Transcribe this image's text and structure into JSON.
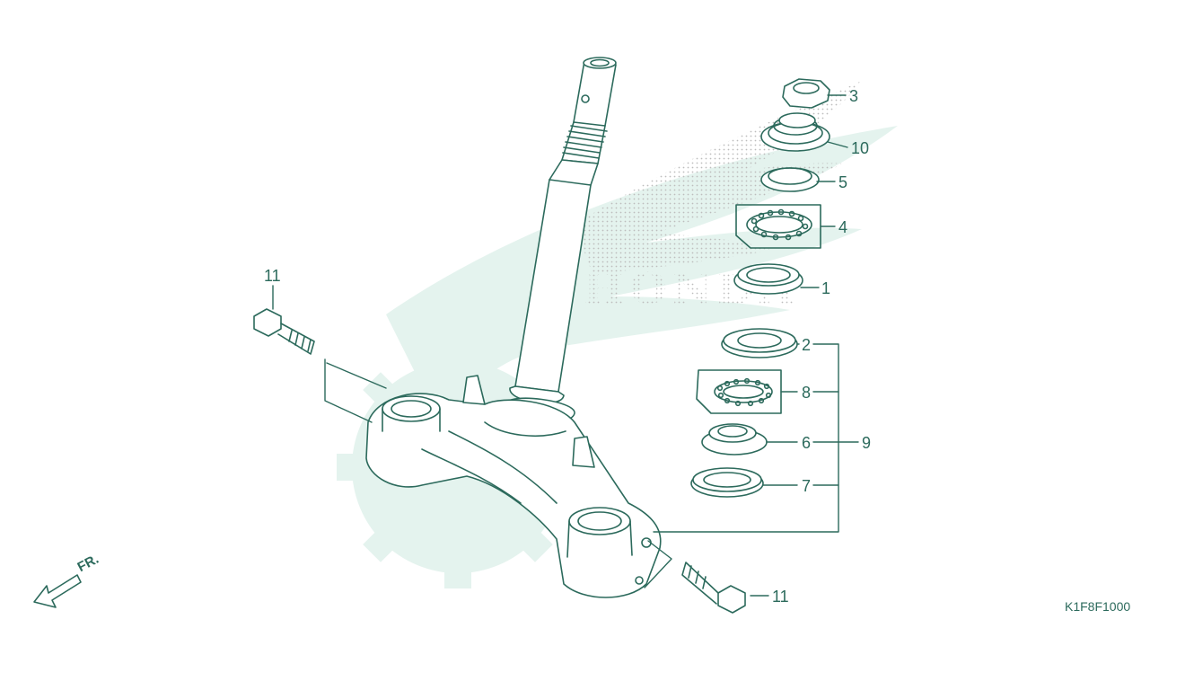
{
  "colors": {
    "line": "#2c6a5c",
    "watermark": "#e4f3ee",
    "dots": "#c9c9c9"
  },
  "watermark": {
    "brand_text": "HONDA"
  },
  "callouts": {
    "c1": "1",
    "c2": "2",
    "c3": "3",
    "c4": "4",
    "c5": "5",
    "c6": "6",
    "c7": "7",
    "c8": "8",
    "c9": "9",
    "c10": "10",
    "c11_left": "11",
    "c11_right": "11"
  },
  "direction_arrow": {
    "label": "FR."
  },
  "diagram_code": "K1F8F1000"
}
